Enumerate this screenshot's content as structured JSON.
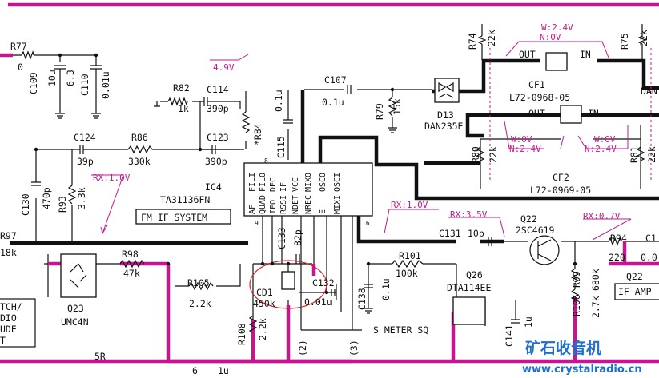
{
  "ic4": {
    "ref": "IC4",
    "part": "TA31136FN",
    "func": "FM IF SYSTEM",
    "pins_top": [
      "FILI",
      "FILO",
      "DEC",
      "IF",
      "VCC",
      "MIXO",
      "OSCO",
      "OSCI"
    ],
    "pins_bottom": [
      "AF",
      "QUAD",
      "IFO",
      "RSSI",
      "NDET",
      "NREC",
      "E",
      "MIXI"
    ],
    "pin_nums": [
      "8",
      "9",
      "16"
    ]
  },
  "components": {
    "r77": [
      "R77",
      "0"
    ],
    "c109": [
      "C109",
      "10u",
      "6.3"
    ],
    "c110": [
      "C110",
      "0.01u"
    ],
    "r82": [
      "R82",
      "1k"
    ],
    "c114": [
      "C114",
      "390p"
    ],
    "r84": [
      "*R84"
    ],
    "c115": [
      "C115",
      "0.1u"
    ],
    "c107": [
      "C107",
      "0.1u"
    ],
    "r79": [
      "R79",
      "15k"
    ],
    "d13": [
      "D13",
      "DAN235E"
    ],
    "r74": [
      "R74",
      "22k"
    ],
    "r75": [
      "R75",
      "22k"
    ],
    "cf1": [
      "CF1",
      "L72-0968-05"
    ],
    "cf2": [
      "CF2",
      "L72-0969-05"
    ],
    "r80": [
      "R80",
      "22k"
    ],
    "r81": [
      "R81",
      "22k"
    ],
    "c124": [
      "C124",
      "39p"
    ],
    "r86": [
      "R86",
      "330k"
    ],
    "c123": [
      "C123",
      "390p"
    ],
    "c130": [
      "C130",
      "470p"
    ],
    "r93": [
      "R93",
      "3.3k"
    ],
    "r97": [
      "R97",
      "18k"
    ],
    "r98": [
      "R98",
      "47k"
    ],
    "q23": [
      "Q23",
      "UMC4N"
    ],
    "r105": [
      "R105",
      "2.2k"
    ],
    "c133": [
      "C133",
      "82p"
    ],
    "cd1": [
      "CD1",
      "450k"
    ],
    "c132": [
      "C132",
      "0.01u"
    ],
    "c138": [
      "C138",
      "0.1u"
    ],
    "r101": [
      "R101",
      "100k"
    ],
    "q26": [
      "Q26",
      "DTA114EE"
    ],
    "c131": [
      "C131",
      "10p"
    ],
    "q22": [
      "Q22",
      "2SC4619"
    ],
    "r94": [
      "R94",
      "220"
    ],
    "c0": [
      "C1",
      "0.0"
    ],
    "r99": [
      "R99",
      "680k"
    ],
    "r106": [
      "R106",
      "2.7k"
    ],
    "c141": [
      "C141",
      "1u"
    ],
    "r108": [
      "R108",
      "2.2k"
    ],
    "out": "OUT",
    "in": "IN",
    "dan": "DAN"
  },
  "annotations": {
    "v49": "4.9V",
    "rx10a": "RX:1.0V",
    "rx10b": "RX:1.0V",
    "rx35": "RX:3.5V",
    "rx07": "RX:0.7V",
    "cf1_w": "W:2.4V",
    "cf1_n": "N:0V",
    "cf2_w1": "W:0V",
    "cf2_n1": "N:2.4V",
    "cf2_w2": "W:0V",
    "cf2_n2": "N:2.4V"
  },
  "nets": {
    "smeter": "S METER SQ",
    "r5": "5R",
    "n2": "(2)",
    "n3": "(3)",
    "q22box": "Q22",
    "ifamp": "IF AMP",
    "sw1": "TCH/",
    "sw2": "DIO",
    "sw3": "UDE",
    "sw4": "T",
    "c6": "6",
    "c1u": "1u"
  },
  "watermark": {
    "cn": "矿石收音机",
    "url": "www.crystalradio.cn"
  },
  "colors": {
    "wire": "#111111",
    "highlight": "#c2188e",
    "annotation": "#c0208a",
    "markup": "#d2202a",
    "watermark": "#1e6fd0"
  }
}
